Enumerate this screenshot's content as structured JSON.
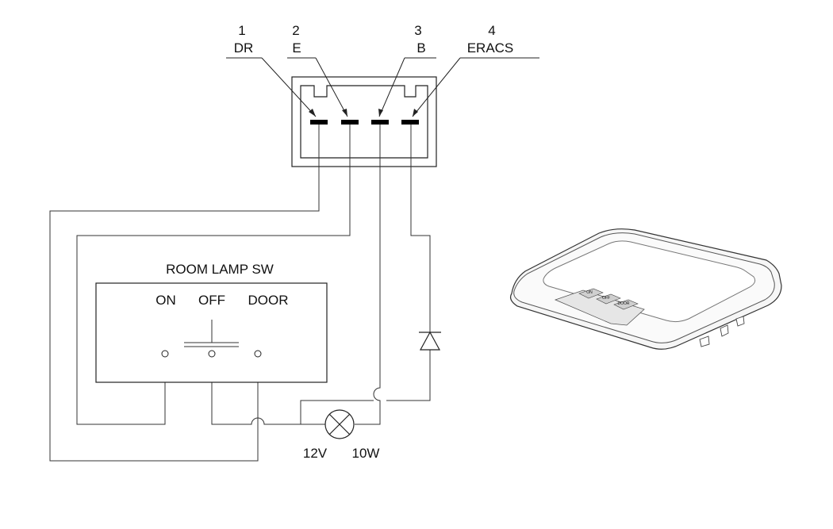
{
  "connector": {
    "pins": [
      {
        "number": "1",
        "label": "DR"
      },
      {
        "number": "2",
        "label": "E"
      },
      {
        "number": "3",
        "label": "B"
      },
      {
        "number": "4",
        "label": "ERACS"
      }
    ]
  },
  "switch": {
    "title": "ROOM LAMP SW",
    "positions": {
      "on": "ON",
      "off": "OFF",
      "door": "DOOR"
    }
  },
  "lamp": {
    "voltage": "12V",
    "wattage": "10W"
  },
  "product_image": {
    "button_labels": [
      "ON",
      "OFF",
      "DOOR"
    ]
  }
}
